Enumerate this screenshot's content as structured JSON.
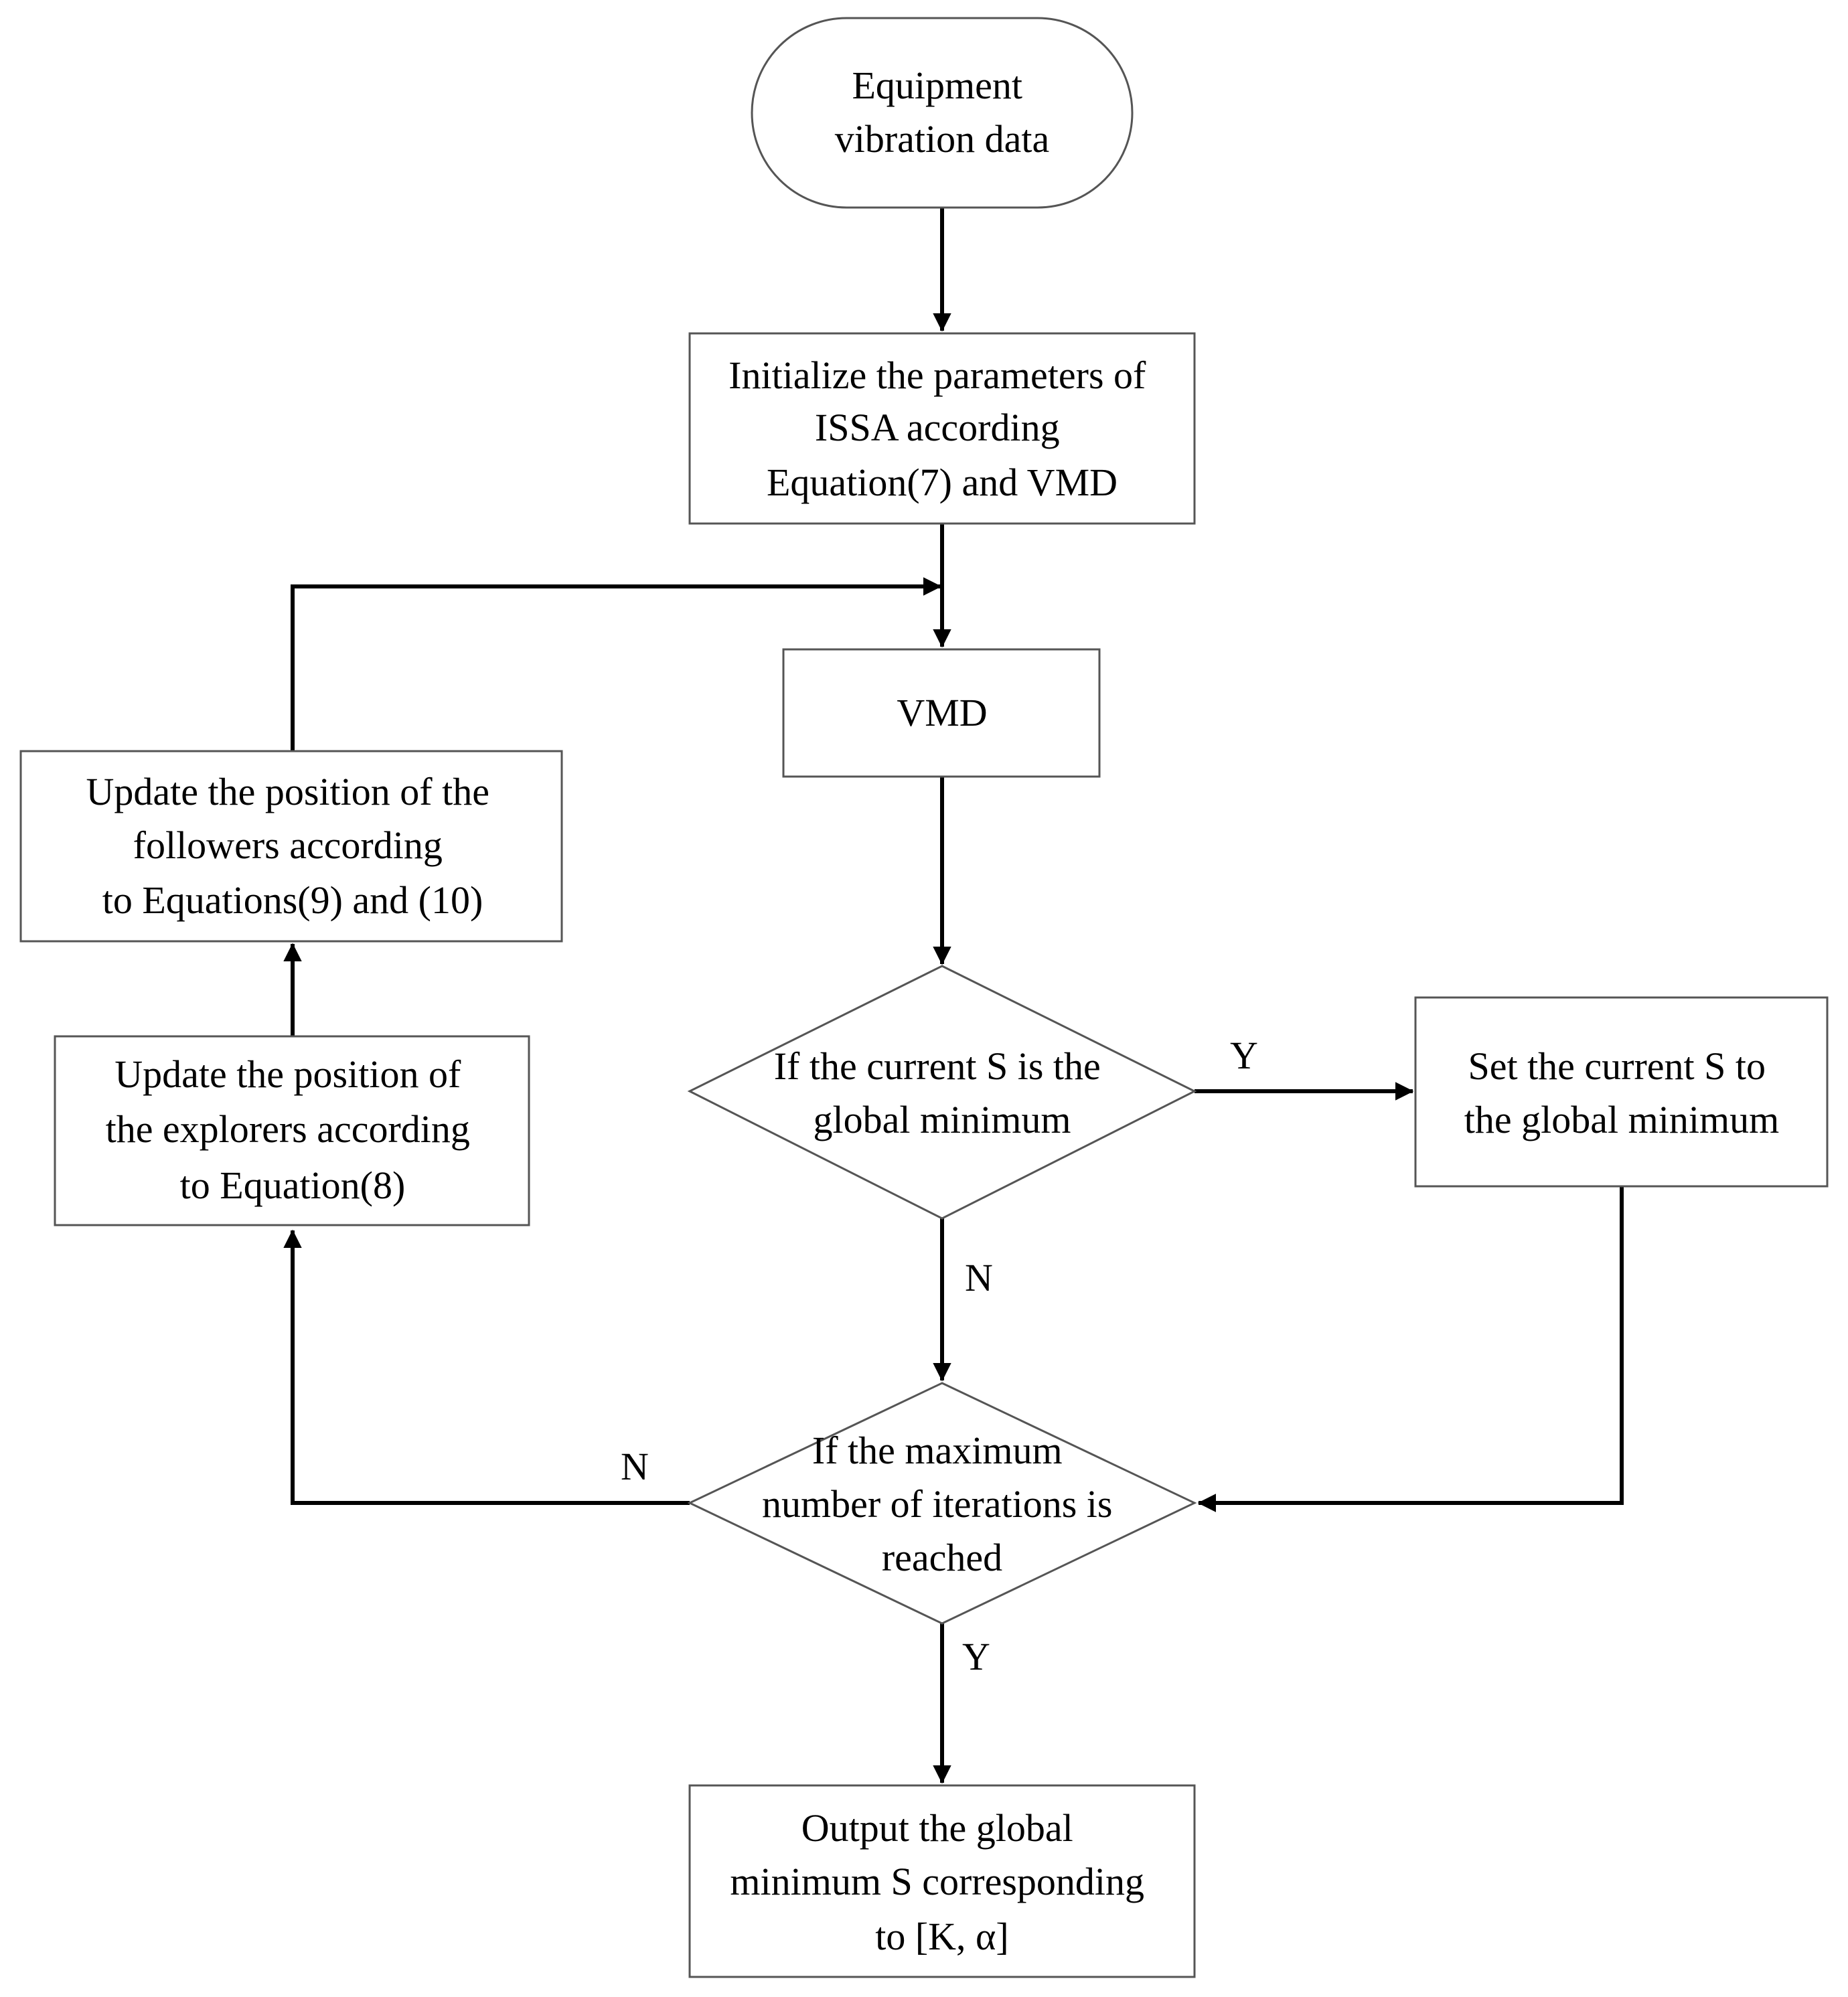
{
  "nodes": {
    "start": [
      "Equipment",
      "vibration data"
    ],
    "init": [
      "Initialize the parameters of",
      "ISSA according",
      "Equation(7) and VMD"
    ],
    "vmd": [
      "VMD"
    ],
    "decision_min": [
      "If the current S is the",
      "global minimum"
    ],
    "set_min": [
      "Set the current S to",
      "the global minimum"
    ],
    "decision_iter": [
      "If the maximum",
      "number of iterations is",
      "reached"
    ],
    "output": [
      "Output the global",
      "minimum S corresponding",
      "to [K, α]"
    ],
    "explorers": [
      "Update the position of",
      "the explorers according",
      "to Equation(8)"
    ],
    "followers": [
      "Update the position of the",
      "followers according",
      "to Equations(9) and (10)"
    ]
  },
  "edge_labels": {
    "min_yes": "Y",
    "min_no": "N",
    "iter_no": "N",
    "iter_yes": "Y"
  }
}
